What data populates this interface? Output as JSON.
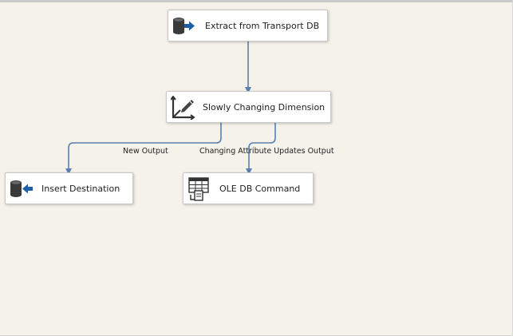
{
  "canvas": {
    "background": "#f5f2ea",
    "connector_color": "#5b7fb0"
  },
  "components": {
    "extract": {
      "label": "Extract from Transport DB",
      "icon": "database-source-icon"
    },
    "scd": {
      "label": "Slowly Changing Dimension",
      "icon": "slowly-changing-dimension-icon"
    },
    "insert": {
      "label": "Insert Destination",
      "icon": "database-destination-icon"
    },
    "oledb": {
      "label": "OLE DB Command",
      "icon": "ole-db-command-icon"
    }
  },
  "paths": {
    "new_output": "New Output",
    "changing_output": "Changing Attribute Updates Output"
  }
}
